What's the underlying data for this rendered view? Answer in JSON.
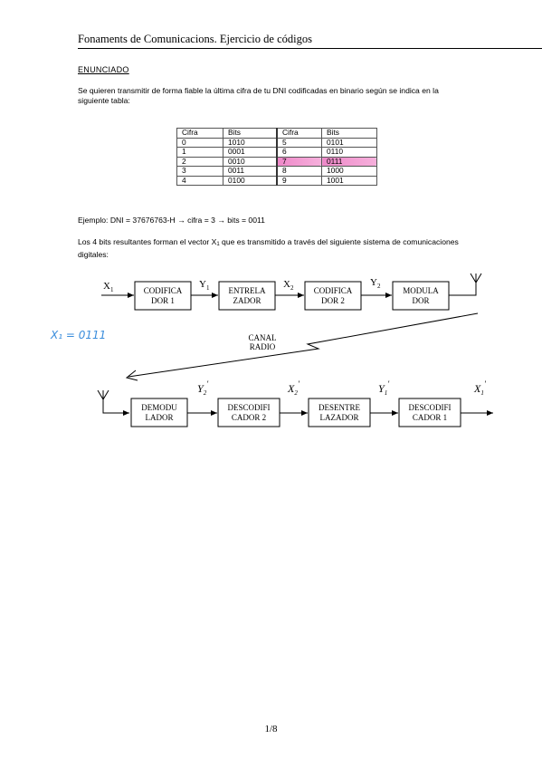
{
  "header": {
    "title": "Fonaments de Comunicacions. Ejercicio de códigos"
  },
  "section": {
    "title": "ENUNCIADO"
  },
  "statement": {
    "intro": "Se quieren transmitir de forma fiable la última cifra de tu DNI codificadas en binario según se indica en la siguiente tabla:",
    "example": "Ejemplo: DNI = 37676763-H → cifra = 3 → bits = 0011",
    "vector_text_before": "Los 4 bits resultantes forman el vector X",
    "vector_sub": "1",
    "vector_text_after": " que es transmitido a través del siguiente sistema de comunicaciones digitales:"
  },
  "table": {
    "headers": [
      "Cifra",
      "Bits",
      "Cifra",
      "Bits"
    ],
    "rows": [
      [
        "0",
        "1010",
        "5",
        "0101"
      ],
      [
        "1",
        "0001",
        "6",
        "0110"
      ],
      [
        "2",
        "0010",
        "7",
        "0111"
      ],
      [
        "3",
        "0011",
        "8",
        "1000"
      ],
      [
        "4",
        "0100",
        "9",
        "1001"
      ]
    ],
    "highlighted": "7 → 0111",
    "highlight_color": "#ee88c8"
  },
  "diagram": {
    "top_blocks": [
      {
        "l1": "CODIFICA",
        "l2": "DOR 1"
      },
      {
        "l1": "ENTRELA",
        "l2": "ZADOR"
      },
      {
        "l1": "CODIFICA",
        "l2": "DOR 2"
      },
      {
        "l1": "MODULA",
        "l2": "DOR"
      }
    ],
    "bottom_blocks": [
      {
        "l1": "DEMODU",
        "l2": "LADOR"
      },
      {
        "l1": "DESCODIFI",
        "l2": "CADOR 2"
      },
      {
        "l1": "DESENTRE",
        "l2": "LAZADOR"
      },
      {
        "l1": "DESCODIFI",
        "l2": "CADOR 1"
      }
    ],
    "top_signals": [
      {
        "base": "X",
        "sub": "1"
      },
      {
        "base": "Y",
        "sub": "1"
      },
      {
        "base": "X",
        "sub": "2"
      },
      {
        "base": "Y",
        "sub": "2"
      }
    ],
    "bottom_signals": [
      {
        "base": "Y",
        "sub": "2",
        "prime": "'"
      },
      {
        "base": "X",
        "sub": "2",
        "prime": "'"
      },
      {
        "base": "Y",
        "sub": "1",
        "prime": "'"
      },
      {
        "base": "X",
        "sub": "1",
        "prime": "'"
      }
    ],
    "channel": {
      "l1": "CANAL",
      "l2": "RADIO"
    }
  },
  "handwritten": {
    "note": "X₁ = 0111",
    "color": "#3a8ddc"
  },
  "footer": {
    "page": "1/8"
  }
}
